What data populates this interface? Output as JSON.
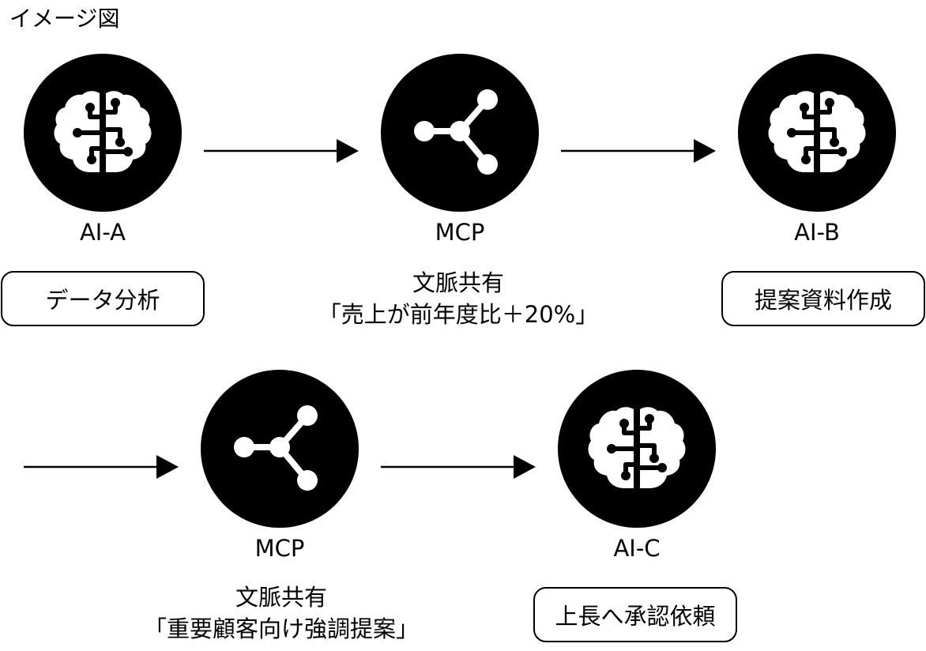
{
  "title": "イメージ図",
  "nodes": {
    "ai_a": {
      "label": "AI-A",
      "task": "データ分析"
    },
    "mcp_1": {
      "label": "MCP",
      "share_heading": "文脈共有",
      "share_content": "「売上が前年度比＋20%」"
    },
    "ai_b": {
      "label": "AI-B",
      "task": "提案資料作成"
    },
    "mcp_2": {
      "label": "MCP",
      "share_heading": "文脈共有",
      "share_content": "「重要顧客向け強調提案」"
    },
    "ai_c": {
      "label": "AI-C",
      "task": "上長へ承認依頼"
    }
  },
  "icons": {
    "ai": "brain-circuit-icon",
    "mcp": "share-nodes-icon"
  },
  "colors": {
    "circle": "#000000",
    "icon": "#ffffff",
    "text": "#000000",
    "background": "#ffffff"
  }
}
